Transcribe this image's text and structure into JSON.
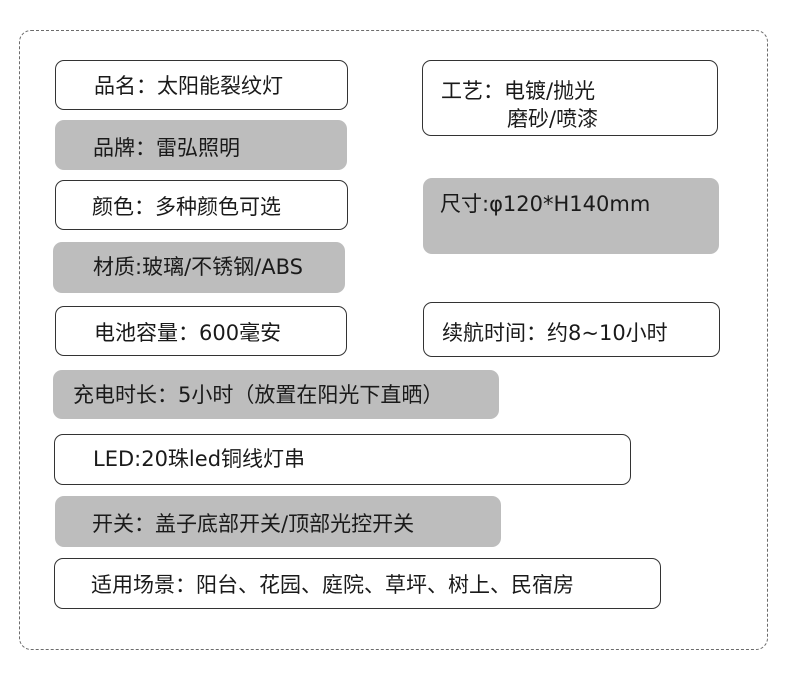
{
  "specs": {
    "product_name": "品名：太阳能裂纹灯",
    "brand": "品牌：雷弘照明",
    "color": "颜色：多种颜色可选",
    "material": "材质:玻璃/不锈钢/ABS",
    "craft_line1": "工艺：电镀/抛光",
    "craft_line2": "磨砂/喷漆",
    "size": "尺寸:φ120*H140mm",
    "battery": "电池容量：600毫安",
    "endurance": "续航时间：约8~10小时",
    "charging": "充电时长：5小时（放置在阳光下直晒）",
    "led": "LED:20珠led铜线灯串",
    "switch": "开关：盖子底部开关/顶部光控开关",
    "scenes": "适用场景：阳台、花园、庭院、草坪、树上、民宿房"
  },
  "colors": {
    "filled_box": "#bdbdbd",
    "outline_border": "#333333",
    "frame_border": "#6b6b6b"
  }
}
